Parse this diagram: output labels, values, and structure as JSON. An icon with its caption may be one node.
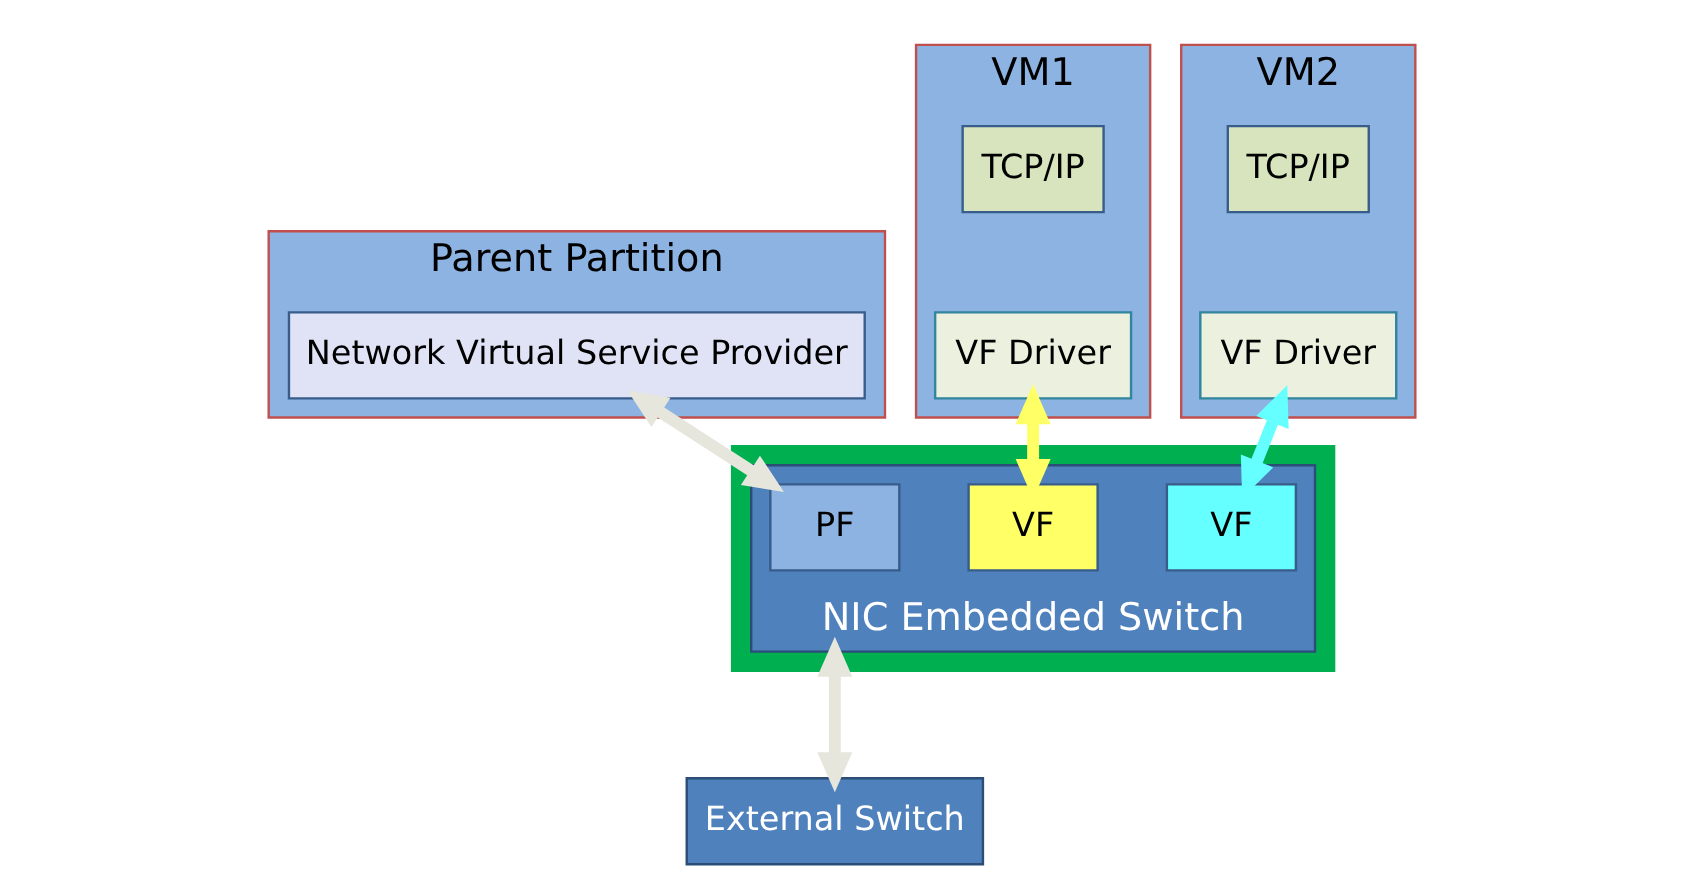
{
  "diagram": {
    "nodes": [
      {
        "text": [
          "Parent Partition"
        ]
      },
      {
        "text": [
          "Network Virtual Service Provider"
        ],
        "in": 0
      },
      {
        "text": [
          "VM1"
        ]
      },
      {
        "text": [
          "TCP/IP"
        ],
        "in": 2
      },
      {
        "text": [
          "VF Driver"
        ],
        "in": 2
      },
      {
        "text": [
          "VM2"
        ]
      },
      {
        "text": [
          "TCP/IP"
        ],
        "in": 5
      },
      {
        "text": [
          "VF Driver"
        ],
        "in": 5
      },
      {
        "text": [],
        "shape": "box"
      },
      {
        "text": [
          "NIC Embedded Switch"
        ],
        "in": 8
      },
      {
        "text": [
          "PF"
        ],
        "in": 9
      },
      {
        "text": [
          "VF"
        ],
        "in": 9
      },
      {
        "text": [
          "VF"
        ],
        "in": 9
      },
      {
        "text": [
          "External Switch"
        ]
      }
    ],
    "edges": [
      {
        "from": 1,
        "to": 10,
        "arrow": "both"
      },
      {
        "from": 4,
        "to": 11,
        "arrow": "both",
        "color": "#ffff66"
      },
      {
        "from": 7,
        "to": 12,
        "arrow": "both",
        "color": "#66ffff"
      },
      {
        "from": 9,
        "to": 13,
        "arrow": "both"
      }
    ]
  }
}
